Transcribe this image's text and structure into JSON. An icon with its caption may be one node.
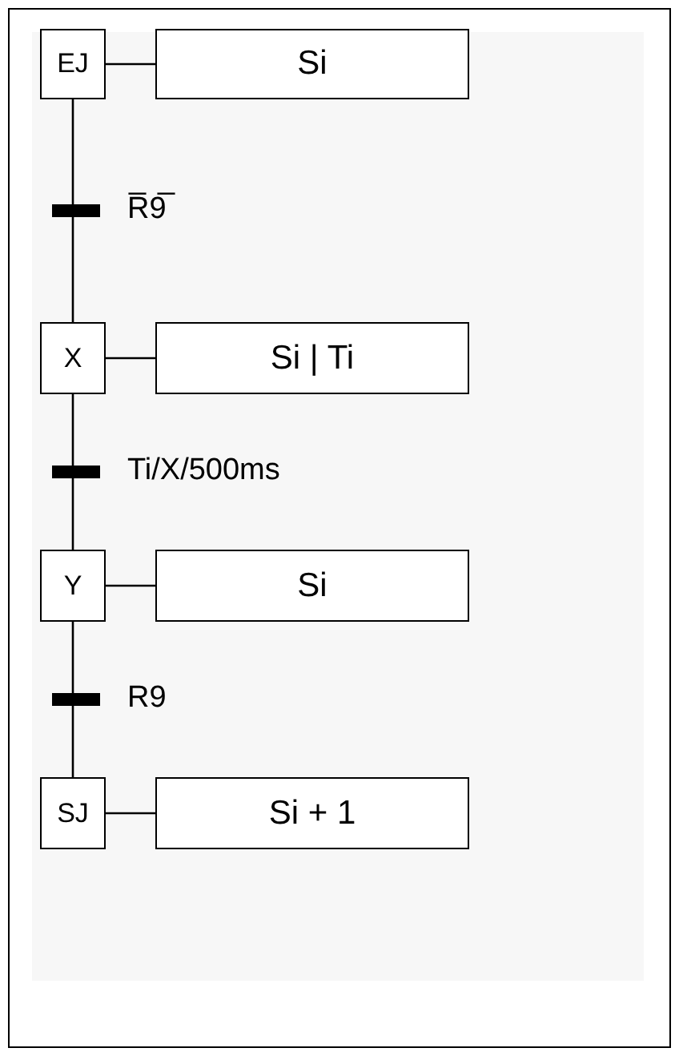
{
  "diagram": {
    "nodes": [
      {
        "text": [
          "EJ"
        ]
      },
      {
        "text": [
          "Si"
        ]
      },
      {
        "text": [
          "X"
        ]
      },
      {
        "text": [
          "Si | Ti"
        ]
      },
      {
        "text": [
          "Y"
        ]
      },
      {
        "text": [
          "Si"
        ]
      },
      {
        "text": [
          "SJ"
        ]
      },
      {
        "text": [
          "Si + 1"
        ]
      }
    ],
    "edges": [
      {
        "from": 0,
        "to": 1,
        "arrow": "none"
      },
      {
        "from": 0,
        "to": 2,
        "arrow": "none",
        "label": "R̅9̅"
      },
      {
        "from": 2,
        "to": 3,
        "arrow": "none"
      },
      {
        "from": 2,
        "to": 4,
        "arrow": "none",
        "label": "Ti/X/500ms"
      },
      {
        "from": 4,
        "to": 5,
        "arrow": "none"
      },
      {
        "from": 4,
        "to": 6,
        "arrow": "none",
        "label": "R9"
      },
      {
        "from": 6,
        "to": 7,
        "arrow": "none"
      }
    ]
  }
}
